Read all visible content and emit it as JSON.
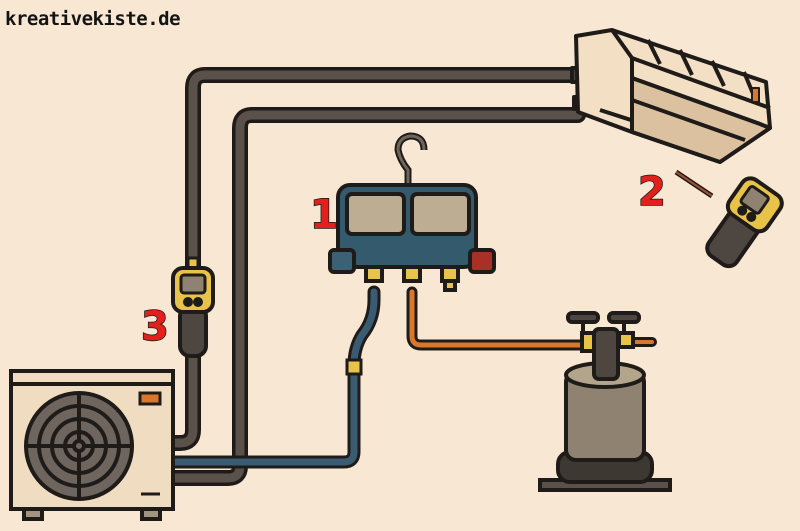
{
  "brand": "kreativekiste.de",
  "labels": {
    "manifold": "1",
    "thermometer": "2",
    "pipe_clamp_thermometer": "3"
  },
  "colors": {
    "background": "#f8e8d3",
    "pipe": "#4e4640",
    "blue_hose": "#3a5c73",
    "orange_hose": "#d9782a",
    "manifold": "#345a6e",
    "label_red": "#e3201b",
    "gauge_yellow": "#e8c34a"
  }
}
